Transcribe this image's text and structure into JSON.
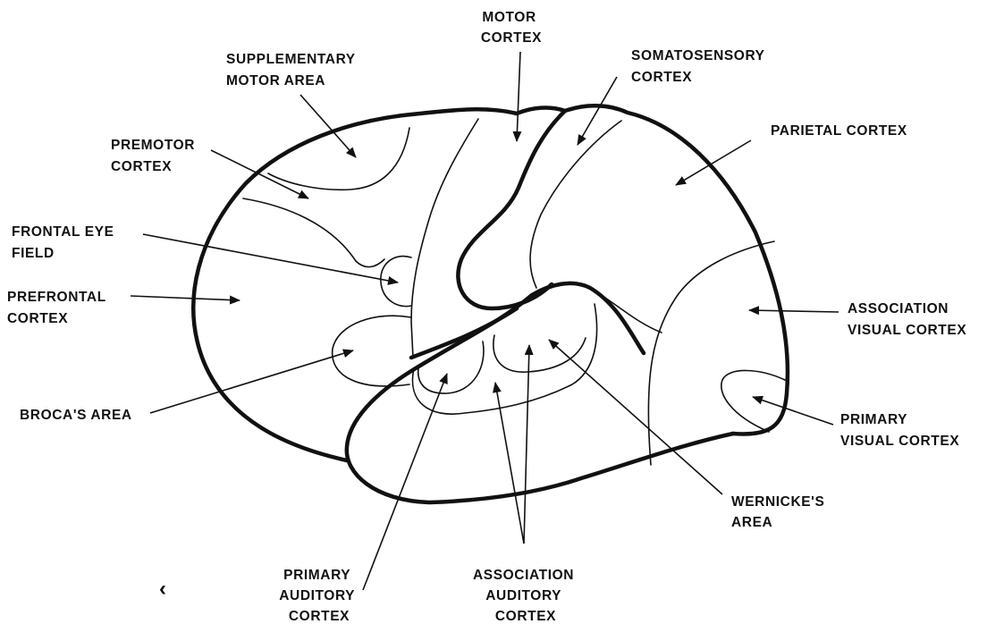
{
  "labels": {
    "motor_cortex": [
      "MOTOR",
      "CORTEX"
    ],
    "supplementary_motor_area": [
      "SUPPLEMENTARY",
      "MOTOR AREA"
    ],
    "somatosensory_cortex": [
      "SOMATOSENSORY",
      "CORTEX"
    ],
    "premotor_cortex": [
      "PREMOTOR",
      "CORTEX"
    ],
    "parietal_cortex": [
      "PARIETAL CORTEX"
    ],
    "frontal_eye_field": [
      "FRONTAL EYE",
      "FIELD"
    ],
    "prefrontal_cortex": [
      "PREFRONTAL",
      "CORTEX"
    ],
    "association_visual_cortex": [
      "ASSOCIATION",
      "VISUAL CORTEX"
    ],
    "brocas_area": [
      "BROCA'S AREA"
    ],
    "primary_visual_cortex": [
      "PRIMARY",
      "VISUAL CORTEX"
    ],
    "wernickes_area": [
      "WERNICKE'S",
      "AREA"
    ],
    "primary_auditory_cortex": [
      "PRIMARY",
      "AUDITORY",
      "CORTEX"
    ],
    "association_auditory_cortex": [
      "ASSOCIATION",
      "AUDITORY",
      "CORTEX"
    ]
  },
  "stray_mark": "‹"
}
